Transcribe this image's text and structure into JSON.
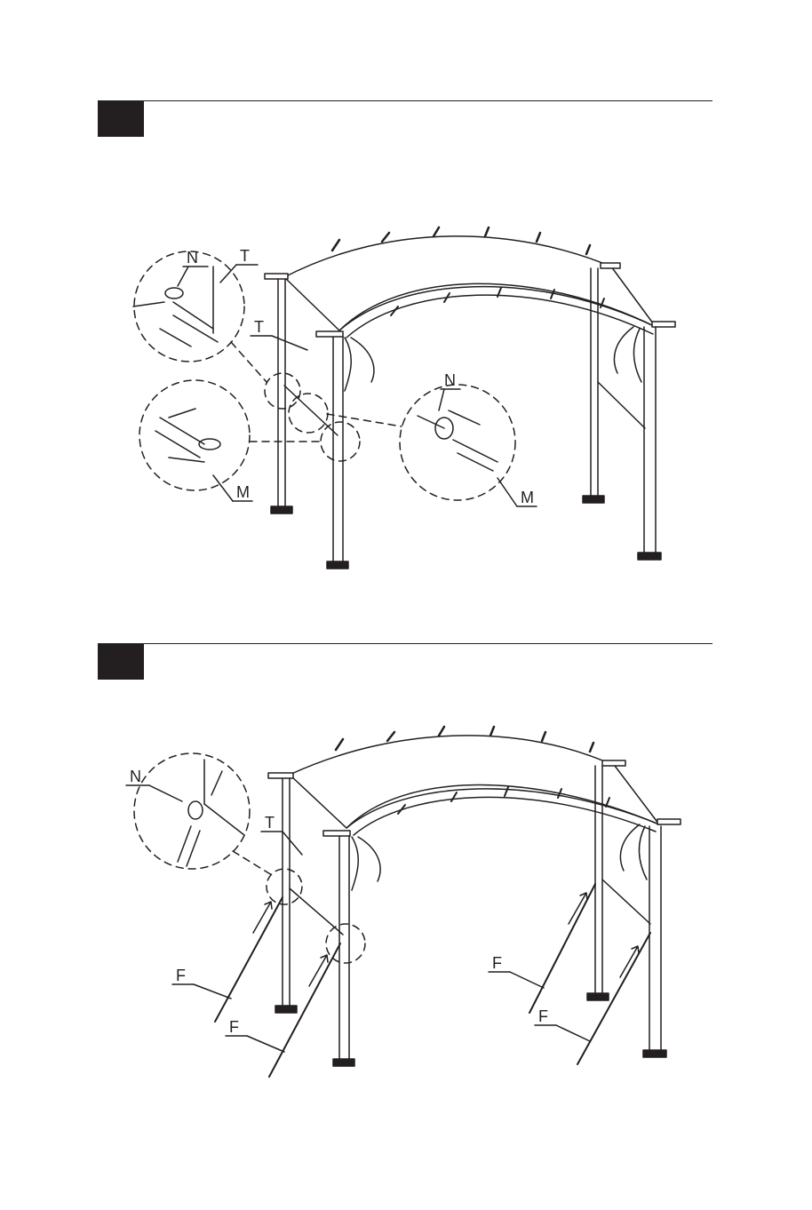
{
  "steps": [
    {
      "callouts": {
        "n_top": "N",
        "t_top": "T",
        "t_mid": "T",
        "n_right": "N",
        "m_left": "M",
        "m_right": "M"
      }
    },
    {
      "callouts": {
        "n": "N",
        "t": "T",
        "f1": "F",
        "f2": "F",
        "f3": "F",
        "f4": "F"
      }
    }
  ],
  "colors": {
    "ink": "#231f20",
    "paper": "#ffffff"
  }
}
